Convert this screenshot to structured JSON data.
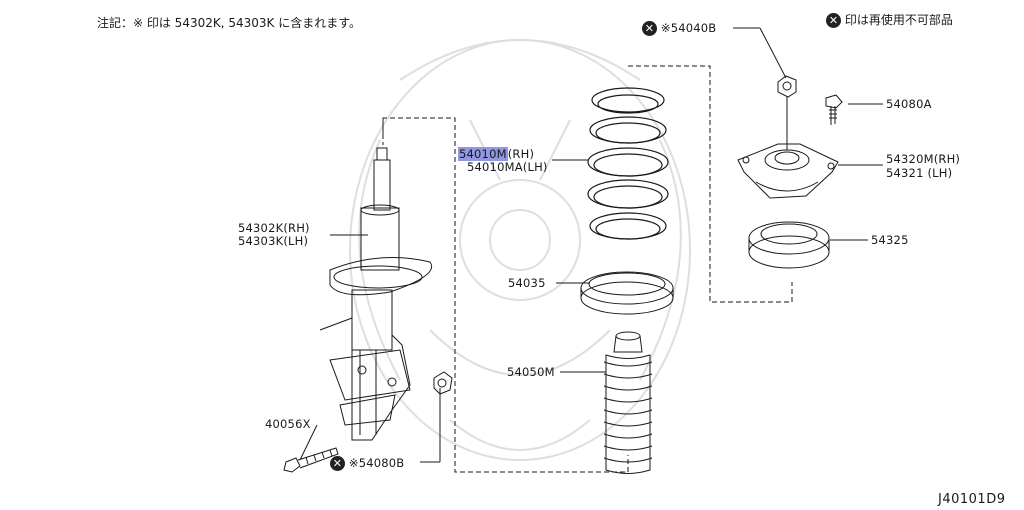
{
  "header": {
    "note": "注記：※ 印は 54302K, 54303K に含まれます。",
    "legend_text": "印は再使用不可部品"
  },
  "x_symbol": "✕",
  "labels": {
    "p54040B": "※54040B",
    "p54080A": "54080A",
    "p54320M_rh": "54320M(RH)",
    "p54321_lh": "54321 (LH)",
    "p54325": "54325",
    "p54010M_code": "54010M",
    "p54010M_rh": "(RH)",
    "p54010MA_lh": "54010MA(LH)",
    "p54302K_rh": "54302K(RH)",
    "p54303K_lh": "54303K(LH)",
    "p54035": "54035",
    "p54050M": "54050M",
    "p40056X": "40056X",
    "p54080B": "※54080B"
  },
  "diagram_id": "J40101D9",
  "colors": {
    "line": "#1a1a1a",
    "highlight": "#8f98e0",
    "watermark": "#d9d9d9"
  }
}
